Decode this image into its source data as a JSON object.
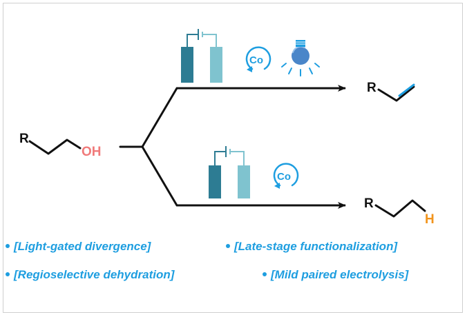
{
  "scheme": {
    "reactant": {
      "r_label": "R",
      "oh_label": "OH"
    },
    "top_path": {
      "catalyst_label": "Co",
      "product_r_label": "R"
    },
    "bottom_path": {
      "catalyst_label": "Co",
      "product_r_label": "R",
      "product_h_label": "H"
    },
    "colors": {
      "electrode_dark": "#2d7c93",
      "electrode_light": "#7fc3cf",
      "accent_blue": "#1e9ee0",
      "oh_red": "#f07a7a",
      "h_orange": "#f2941c",
      "bond_black": "#111111"
    }
  },
  "highlights": [
    "[Light-gated divergence]",
    "[Late-stage functionalization]",
    "[Regioselective dehydration]",
    "[Mild paired electrolysis]"
  ]
}
